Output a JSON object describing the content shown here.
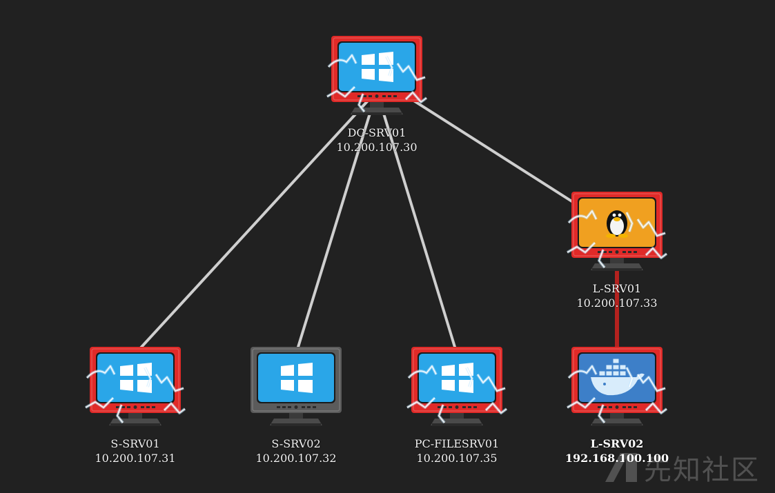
{
  "graph": {
    "nodes": [
      {
        "id": "dc",
        "hostname": "DC-SRV01",
        "ip": "10.200.107.30",
        "os": "windows",
        "status": "compromised"
      },
      {
        "id": "lsrv01",
        "hostname": "L-SRV01",
        "ip": "10.200.107.33",
        "os": "linux",
        "status": "compromised"
      },
      {
        "id": "ssrv01",
        "hostname": "S-SRV01",
        "ip": "10.200.107.31",
        "os": "windows",
        "status": "compromised"
      },
      {
        "id": "ssrv02",
        "hostname": "S-SRV02",
        "ip": "10.200.107.32",
        "os": "windows",
        "status": "inactive"
      },
      {
        "id": "pcfile",
        "hostname": "PC-FILESRV01",
        "ip": "10.200.107.35",
        "os": "windows",
        "status": "compromised"
      },
      {
        "id": "lsrv02",
        "hostname": "L-SRV02",
        "ip": "192.168.100.100",
        "os": "docker",
        "status": "compromised",
        "selected": true
      }
    ],
    "edges": [
      {
        "from": "dc",
        "to": "ssrv01",
        "kind": "normal"
      },
      {
        "from": "dc",
        "to": "ssrv02",
        "kind": "normal"
      },
      {
        "from": "dc",
        "to": "pcfile",
        "kind": "normal"
      },
      {
        "from": "dc",
        "to": "lsrv01",
        "kind": "normal"
      },
      {
        "from": "lsrv01",
        "to": "lsrv02",
        "kind": "pivot"
      }
    ]
  },
  "colors": {
    "background": "#212121",
    "compromised_frame": "#e02a28",
    "inactive_frame": "#5b5b5b",
    "windows_screen": "#2aa6e8",
    "linux_screen": "#f0a020",
    "docker_screen": "#3d7fc8",
    "edge_normal": "#cfcfcf",
    "edge_pivot": "#b4221f"
  },
  "watermark": {
    "text": "先知社区",
    "icon": "xz-logo-icon"
  }
}
